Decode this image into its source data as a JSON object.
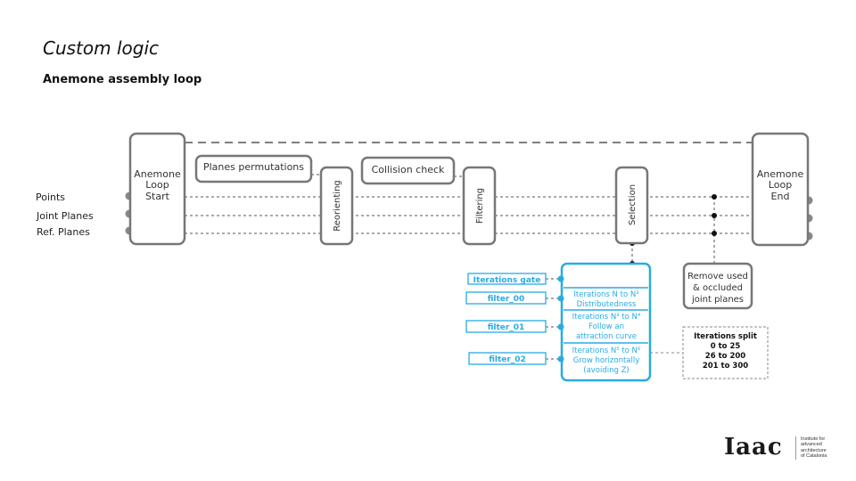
{
  "slide": {
    "title": "Custom logic",
    "subtitle": "Anemone  assembly loop"
  },
  "inputs": [
    "Points",
    "Joint Planes",
    "Ref. Planes"
  ],
  "nodes": {
    "loop_start": [
      "Anemone",
      "Loop",
      "Start"
    ],
    "loop_end": [
      "Anemone",
      "Loop",
      "End"
    ],
    "planes_permutations": "Planes permutations",
    "reorienting": "Reorienting",
    "collision_check": "Collision check",
    "filtering": "Filtering",
    "selection": "Selection",
    "remove_used": [
      "Remove used",
      "& occluded",
      "joint planes"
    ]
  },
  "selection_panel": {
    "gates": [
      "Iterations gate",
      "filter_00",
      "filter_01",
      "filter_02"
    ],
    "sections": [
      [
        "Iterations N to N²",
        "Distributedness"
      ],
      [
        "Iterations N³ to N⁴",
        "Follow an",
        "attraction curve"
      ],
      [
        "Iterations N⁵ to N⁶",
        "Grow horizontally",
        "(avoiding Z)"
      ]
    ]
  },
  "iterations_split": {
    "title": "Iterations split",
    "ranges": [
      "0 to 25",
      "26 to 200",
      "201 to 300"
    ]
  },
  "logo": {
    "mark": "Iaac",
    "text": [
      "Institute for",
      "advanced",
      "architecture",
      "of Catalonia"
    ]
  },
  "colors": {
    "node_border": "#777777",
    "accent": "#29abe2",
    "line": "#555555"
  }
}
